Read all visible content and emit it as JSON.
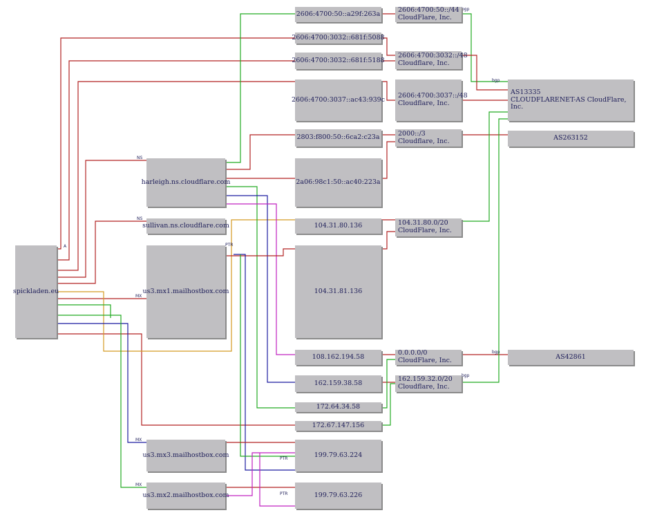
{
  "nodes": {
    "domain": "spickladen.eu",
    "ns_harleigh": "harleigh.ns.cloudflare.com",
    "ns_sullivan": "sullivan.ns.cloudflare.com",
    "mx1": "us3.mx1.mailhostbox.com",
    "mx3": "us3.mx3.mailhostbox.com",
    "mx2": "us3.mx2.mailhostbox.com",
    "ip6_a29f": "2606:4700:50::a29f:263a",
    "ip6_5088": "2606:4700:3032::681f:5088",
    "ip6_5188": "2606:4700:3032::681f:5188",
    "ip6_939c": "2606:4700:3037::ac43:939c",
    "ip6_c23a": "2803:f800:50::6ca2:c23a",
    "ip6_223a": "2a06:98c1:50::ac40:223a",
    "ip_80_136": "104.31.80.136",
    "ip_81_136": "104.31.81.136",
    "ip_108": "108.162.194.58",
    "ip_162": "162.159.38.58",
    "ip_172_64": "172.64.34.58",
    "ip_172_67": "172.67.147.156",
    "ip_224": "199.79.63.224",
    "ip_226": "199.79.63.226",
    "pfx_50_44": "2606:4700:50::/44\nCloudFlare, Inc.",
    "pfx_3032": "2606:4700:3032::/48\nCloudflare, Inc.",
    "pfx_3037": "2606:4700:3037::/48\nCloudflare, Inc.",
    "pfx_2000": "2000::/3\nCloudflare, Inc.",
    "pfx_104": "104.31.80.0/20\nCloudFlare, Inc.",
    "pfx_0": "0.0.0.0/0\nCloudFlare, Inc.",
    "pfx_162": "162.159.32.0/20\nCloudflare, Inc.",
    "as13335": "AS13335\nCLOUDFLARENET-AS CloudFlare, Inc.",
    "as263152": "AS263152",
    "as42861": "AS42861"
  },
  "edge_labels": {
    "a": "A",
    "ns": "NS",
    "mx": "MX",
    "ptr": "PTR",
    "bgp": "bgp"
  },
  "colors": {
    "node_fill": "#c0bfc2",
    "node_text": "#1c1c58",
    "edge_red": "#b22222",
    "edge_green": "#22aa22",
    "edge_blue": "#1a1aa0",
    "edge_magenta": "#c020c0",
    "edge_orange": "#d49a22"
  }
}
